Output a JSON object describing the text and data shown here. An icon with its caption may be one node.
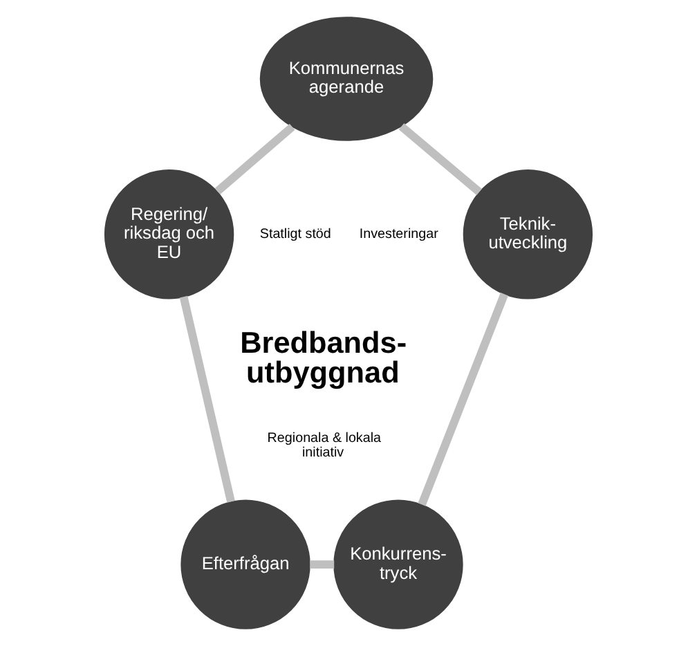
{
  "diagram": {
    "nodes": [
      {
        "text": [
          "Kommunernas agerande"
        ]
      },
      {
        "text": [
          "Regering/ riksdag och EU"
        ]
      },
      {
        "text": [
          "Teknik- utveckling"
        ]
      },
      {
        "text": [
          "Efterfrågan"
        ]
      },
      {
        "text": [
          "Konkurrens- tryck"
        ]
      }
    ],
    "edges": [
      {
        "from": 0,
        "to": 2,
        "arrow": "none"
      },
      {
        "from": 2,
        "to": 4,
        "arrow": "none"
      },
      {
        "from": 3,
        "to": 4,
        "arrow": "none"
      },
      {
        "from": 1,
        "to": 3,
        "arrow": "none"
      },
      {
        "from": 0,
        "to": 1,
        "arrow": "none"
      }
    ],
    "labels": [
      "Statligt stöd",
      "Investeringar",
      "Bredbands- utbyggnad",
      "Regionala & lokala initiativ"
    ]
  }
}
